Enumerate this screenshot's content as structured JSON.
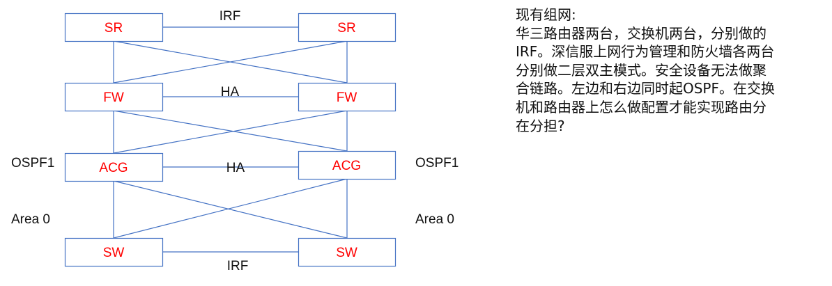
{
  "colors": {
    "line": "#4472c4",
    "node_text": "#ff0000",
    "label_text": "#111111"
  },
  "nodes": [
    {
      "id": "sr-left",
      "label": "SR"
    },
    {
      "id": "sr-right",
      "label": "SR"
    },
    {
      "id": "fw-left",
      "label": "FW"
    },
    {
      "id": "fw-right",
      "label": "FW"
    },
    {
      "id": "acg-left",
      "label": "ACG"
    },
    {
      "id": "acg-right",
      "label": "ACG"
    },
    {
      "id": "sw-left",
      "label": "SW"
    },
    {
      "id": "sw-right",
      "label": "SW"
    }
  ],
  "links": [
    {
      "from": "sr-left",
      "to": "sr-right",
      "label": "IRF"
    },
    {
      "from": "fw-left",
      "to": "fw-right",
      "label": "HA"
    },
    {
      "from": "acg-left",
      "to": "acg-right",
      "label": "HA"
    },
    {
      "from": "sw-left",
      "to": "sw-right",
      "label": "IRF"
    },
    {
      "from": "sr-left",
      "to": "fw-left"
    },
    {
      "from": "sr-left",
      "to": "fw-right"
    },
    {
      "from": "sr-right",
      "to": "fw-left"
    },
    {
      "from": "sr-right",
      "to": "fw-right"
    },
    {
      "from": "fw-left",
      "to": "acg-left"
    },
    {
      "from": "fw-left",
      "to": "acg-right"
    },
    {
      "from": "fw-right",
      "to": "acg-left"
    },
    {
      "from": "fw-right",
      "to": "acg-right"
    },
    {
      "from": "acg-left",
      "to": "sw-left"
    },
    {
      "from": "acg-left",
      "to": "sw-right"
    },
    {
      "from": "acg-right",
      "to": "sw-left"
    },
    {
      "from": "acg-right",
      "to": "sw-right"
    }
  ],
  "side_labels": {
    "left": {
      "line1": "OSPF1",
      "line2": "Area 0"
    },
    "right": {
      "line1": "OSPF1",
      "line2": "Area 0"
    }
  },
  "description": {
    "lines": [
      "现有组网:",
      "华三路由器两台，交换机两台，分别做的",
      "IRF。深信服上网行为管理和防火墙各两台",
      "分别做二层双主模式。安全设备无法做聚",
      "合链路。左边和右边同时起OSPF。在交换",
      "机和路由器上怎么做配置才能实现路由分",
      "在分担?"
    ]
  }
}
